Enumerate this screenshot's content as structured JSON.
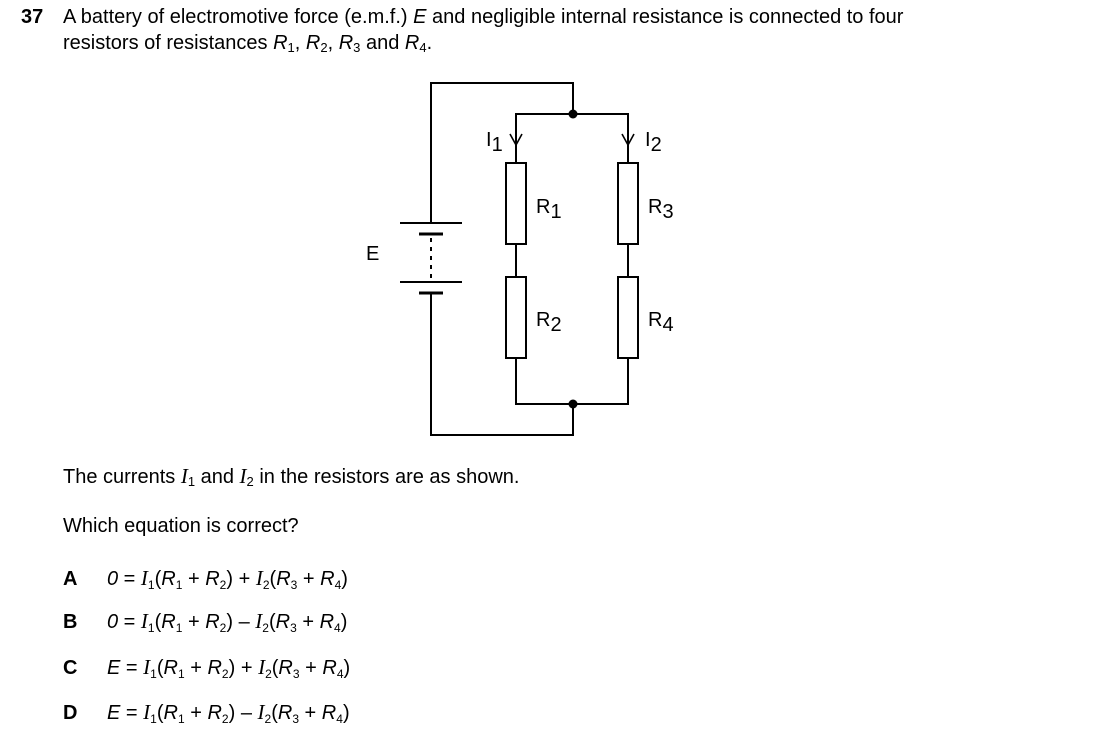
{
  "question": {
    "number": "37",
    "line1_a": "A battery of electromotive force (e.m.f.) ",
    "line1_E": "E",
    "line1_b": " and negligible internal resistance is connected to four",
    "line2_a": "resistors of resistances ",
    "R": "R",
    "sub1": "1",
    "sub2": "2",
    "sub3": "3",
    "sub4": "4",
    "comma": ", ",
    "and": " and ",
    "period": "."
  },
  "diagram": {
    "emf_label": "E",
    "I": "I",
    "R": "R",
    "s1": "1",
    "s2": "2",
    "s3": "3",
    "s4": "4"
  },
  "text": {
    "currents_a": "The currents ",
    "I": "I",
    "s1": "1",
    "s2": "2",
    "currents_and": " and ",
    "currents_b": " in the resistors are as shown.",
    "prompt": "Which equation is correct?"
  },
  "options": [
    {
      "letter": "A",
      "lhs": "0",
      "op": "+"
    },
    {
      "letter": "B",
      "lhs": "0",
      "op": "–"
    },
    {
      "letter": "C",
      "lhs": "E",
      "op": "+"
    },
    {
      "letter": "D",
      "lhs": "E",
      "op": "–"
    }
  ],
  "equation_parts": {
    "eq": " = ",
    "I": "I",
    "R": "R",
    "s1": "1",
    "s2": "2",
    "s3": "3",
    "s4": "4",
    "open": "(",
    "plus": " + ",
    "close": ")"
  }
}
